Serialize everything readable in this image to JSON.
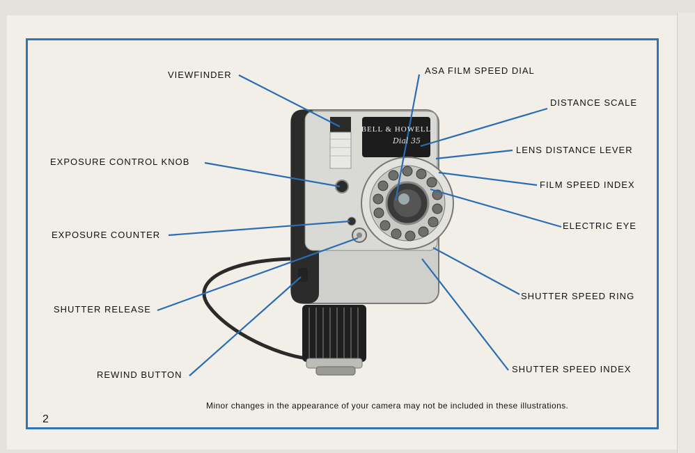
{
  "labels": {
    "viewfinder": "VIEWFINDER",
    "exposure_control_knob": "EXPOSURE CONTROL KNOB",
    "exposure_counter": "EXPOSURE COUNTER",
    "shutter_release": "SHUTTER RELEASE",
    "rewind_button": "REWIND BUTTON",
    "asa_film_speed_dial": "ASA FILM SPEED DIAL",
    "distance_scale": "DISTANCE SCALE",
    "lens_distance_lever": "LENS DISTANCE LEVER",
    "film_speed_index": "FILM SPEED INDEX",
    "electric_eye": "ELECTRIC EYE",
    "shutter_speed_ring": "SHUTTER SPEED RING",
    "shutter_speed_index": "SHUTTER SPEED INDEX"
  },
  "camera": {
    "brand": "BELL & HOWELL",
    "model": "Dial 35"
  },
  "footnote": "Minor changes in the appearance of your camera may not be included in these illustrations.",
  "page_number": "2",
  "colors": {
    "paper": "#f1efe8",
    "frame_blue": "#2f76b8",
    "leader_blue": "#2a6db0"
  }
}
